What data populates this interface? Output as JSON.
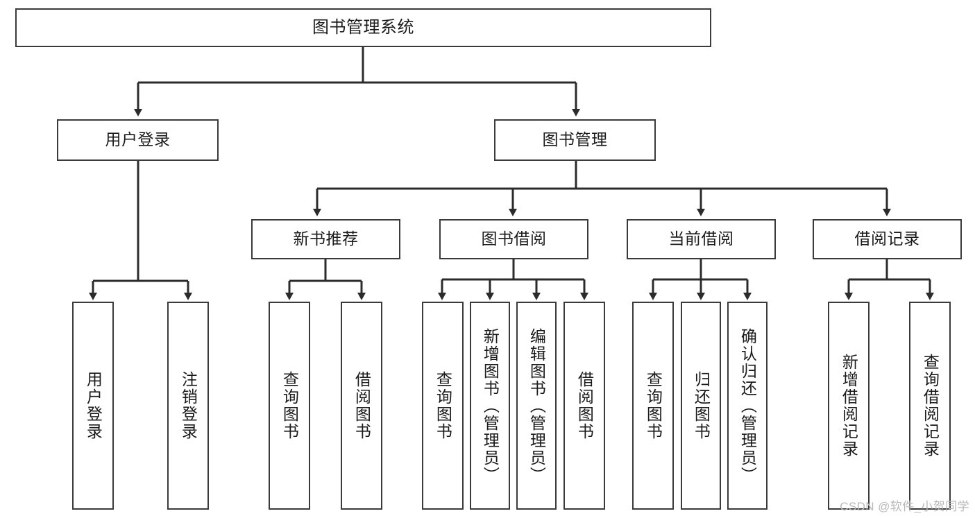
{
  "diagram": {
    "title": "图书管理系统",
    "type": "tree-structure-chart",
    "edge_color": "#3a3a3a",
    "box_fill": "#ffffff",
    "text_color": "#1a1a1a"
  },
  "nodes": {
    "root": {
      "label": "图书管理系统"
    },
    "level2": [
      {
        "id": "user-login",
        "label": "用户登录"
      },
      {
        "id": "book-manage",
        "label": "图书管理"
      }
    ],
    "level3": [
      {
        "id": "new-book-recommend",
        "label": "新书推荐"
      },
      {
        "id": "book-borrow",
        "label": "图书借阅"
      },
      {
        "id": "current-borrow",
        "label": "当前借阅"
      },
      {
        "id": "borrow-record",
        "label": "借阅记录"
      }
    ],
    "leaves": {
      "user_login": [
        {
          "id": "leaf-user-login",
          "label": "用户登录"
        },
        {
          "id": "leaf-logout-login",
          "label": "注销登录"
        }
      ],
      "new_book_recommend": [
        {
          "id": "leaf-query-book-1",
          "label": "查询图书"
        },
        {
          "id": "leaf-borrow-book-1",
          "label": "借阅图书"
        }
      ],
      "book_borrow": [
        {
          "id": "leaf-query-book-2",
          "label": "查询图书"
        },
        {
          "id": "leaf-add-book",
          "label": "新增图书（管理员）"
        },
        {
          "id": "leaf-edit-book",
          "label": "编辑图书（管理员）"
        },
        {
          "id": "leaf-borrow-book-2",
          "label": "借阅图书"
        }
      ],
      "current_borrow": [
        {
          "id": "leaf-query-book-3",
          "label": "查询图书"
        },
        {
          "id": "leaf-return-book",
          "label": "归还图书"
        },
        {
          "id": "leaf-confirm-return",
          "label": "确认归还（管理员）"
        }
      ],
      "borrow_record": [
        {
          "id": "leaf-add-record",
          "label": "新增借阅记录"
        },
        {
          "id": "leaf-query-record",
          "label": "查询借阅记录"
        }
      ]
    }
  },
  "watermark": {
    "text": "CSDN @软件_小贺同学"
  }
}
